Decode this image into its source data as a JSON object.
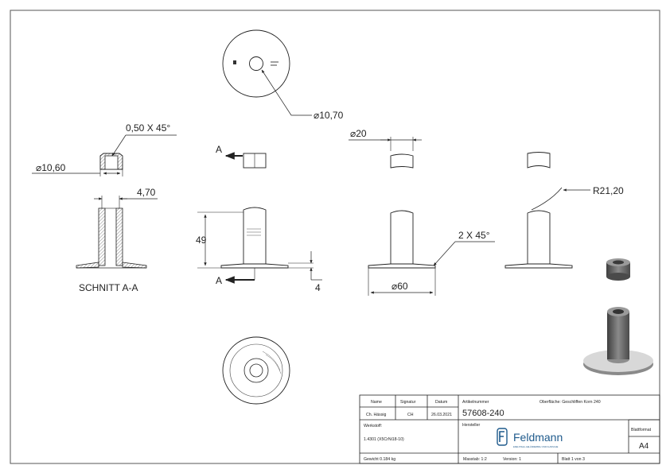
{
  "drawing": {
    "dims": {
      "top_hole_dia": "⌀10,70",
      "chamfer_small": "0,50 X 45°",
      "dia_10_60": "⌀10,60",
      "wall": "4,70",
      "height": "49",
      "plate_thk": "4",
      "dia_20": "⌀20",
      "chamfer_large": "2 X 45°",
      "dia_60": "⌀60",
      "radius": "R21,20"
    },
    "section_label": "SCHNITT A-A",
    "section_marker": "A"
  },
  "title_block": {
    "headers": {
      "name": "Name",
      "signature": "Signatur",
      "date": "Datum"
    },
    "name_value": "Ch. Hässig",
    "signature_value": "CH",
    "date_value": "26.03.2021",
    "article_label": "Artikelnummer",
    "article_value": "57608-240",
    "surface": "Oberfläche: Geschliffen Korn 240",
    "manufacturer_label": "Hersteller",
    "material_label": "Werkstoff:",
    "material_value": "1.4301 (X5CrNi18-10)",
    "brand": "Feldmann",
    "brand_tagline": "EDELSTAHL-GELÄNDERBAU UND FLANSCHE",
    "format_label": "Blattformat",
    "format_value": "A4",
    "weight": "Gewicht 0.184 kg",
    "scale": "Masstab: 1:2",
    "version": "Version: 1",
    "sheet": "Blatt 1 von 3"
  },
  "colors": {
    "line": "#222222",
    "brand": "#1e5a8c",
    "metal_dark": "#5a5a5a",
    "metal_light": "#d8d8d8"
  }
}
